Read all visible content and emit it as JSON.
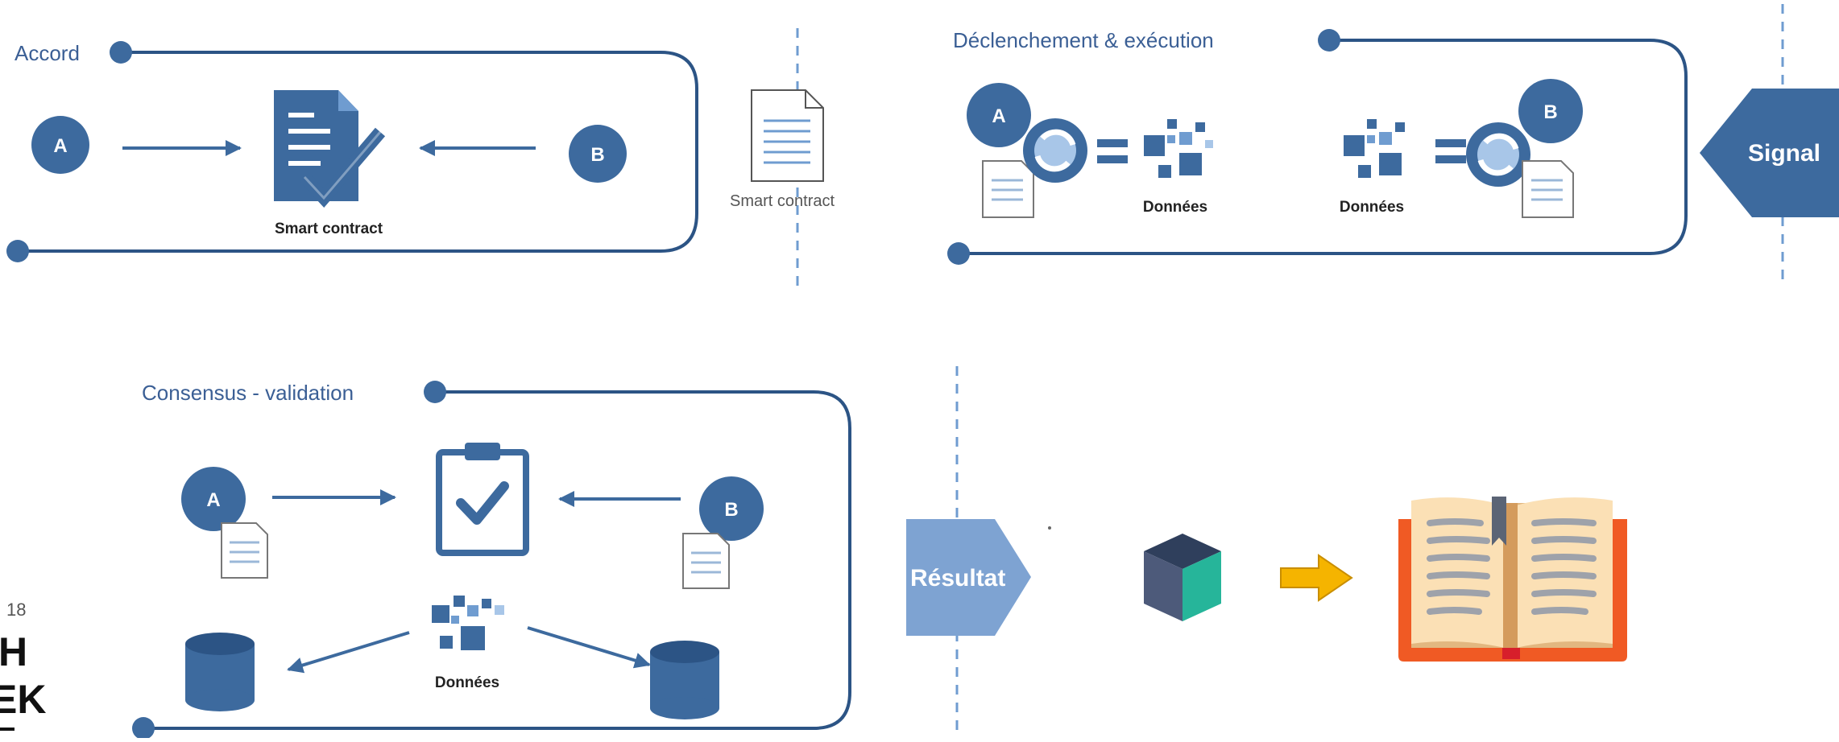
{
  "panels": {
    "accord": {
      "title": "Accord",
      "party_a": "A",
      "party_b": "B",
      "contract_label": "Smart contract"
    },
    "middle": {
      "contract_label": "Smart contract"
    },
    "trigger": {
      "title": "Déclenchement & exécution",
      "party_a": "A",
      "party_b": "B",
      "data_label_left": "Données",
      "data_label_right": "Données",
      "signal_label": "Signal"
    },
    "consensus": {
      "title": "Consensus - validation",
      "party_a": "A",
      "party_b": "B",
      "data_label": "Données"
    },
    "result": {
      "label": "Résultat"
    }
  },
  "side_logo": {
    "year_fragment": "18",
    "letters_1": "H",
    "letters_2": "EK"
  },
  "colors": {
    "primary": "#3d6a9e",
    "dark": "#2c5485",
    "light": "#6f9cd0",
    "pale": "#a8c6e8",
    "result_arrow": "#7ea3d2",
    "cube_top": "#2f3f5c",
    "cube_left": "#4d5a7a",
    "cube_right": "#26b59a",
    "yellow_arrow": "#f5b400",
    "book_red": "#f05a24",
    "book_page": "#fbe0b5"
  }
}
